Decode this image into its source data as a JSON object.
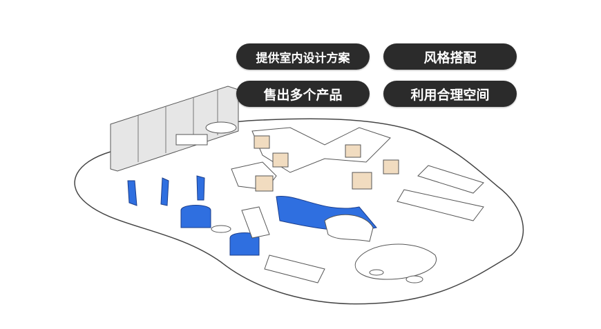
{
  "tags": [
    "提供室内设计方案",
    "风格搭配",
    "售出多个产品",
    "利用合理空间"
  ],
  "colors": {
    "pill": "#2b2b2b",
    "accent_blue": "#2f6fe0",
    "wood": "#f1dcc0",
    "glass": "#dcdcdc"
  }
}
